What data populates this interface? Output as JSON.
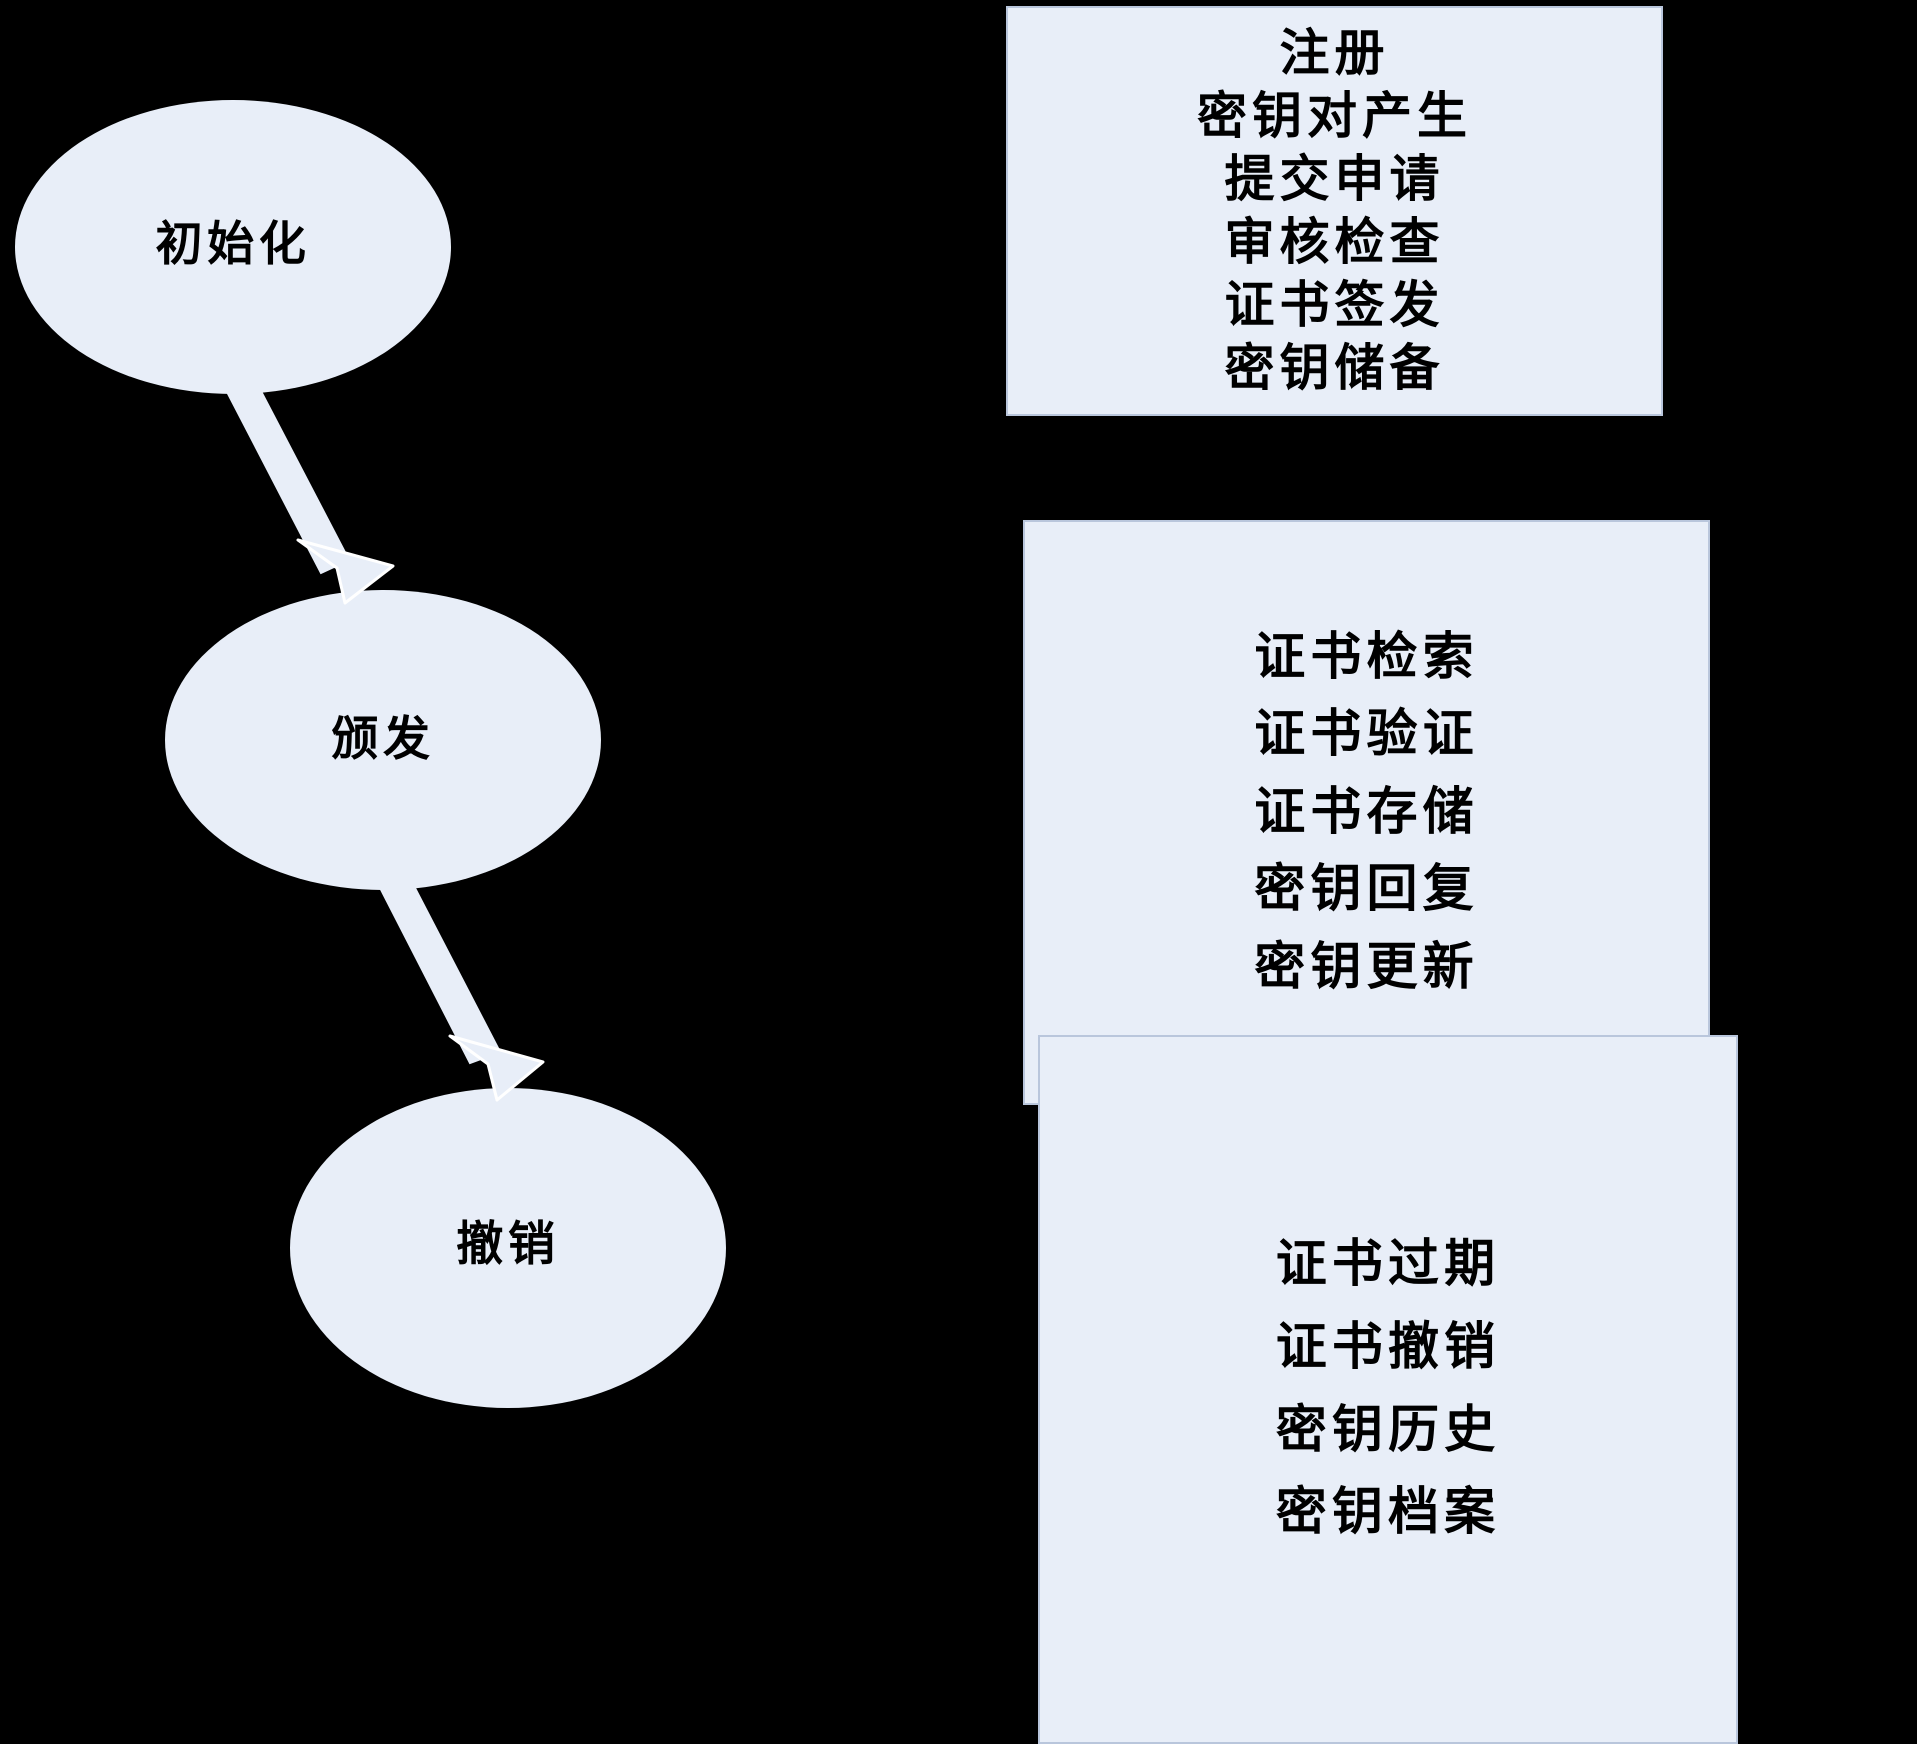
{
  "diagram": {
    "title": "PKI certificate lifecycle state diagram",
    "background_color": "#000000",
    "shape_fill_color": "#e8eef8",
    "shape_stroke_color": "#b9c6dc",
    "text_color": "#000000"
  },
  "states": [
    {
      "id": "initialization",
      "label": "初始化"
    },
    {
      "id": "issuance",
      "label": "颁发"
    },
    {
      "id": "revocation",
      "label": "撤销"
    }
  ],
  "transitions": [
    {
      "id": "init-to-issue",
      "from": "初始化",
      "to": "颁发",
      "label": ""
    },
    {
      "id": "issue-to-revoke",
      "from": "颁发",
      "to": "撤销",
      "label": ""
    }
  ],
  "panels": [
    {
      "id": "initialization-phase",
      "lines": [
        "注册",
        "密钥对产生",
        "提交申请",
        "审核检查",
        "证书签发",
        "密钥储备"
      ]
    },
    {
      "id": "issuance-phase",
      "lines": [
        "证书检索",
        "证书验证",
        "证书存储",
        "密钥回复",
        "密钥更新"
      ]
    },
    {
      "id": "revocation-phase",
      "lines": [
        "证书过期",
        "证书撤销",
        "密钥历史",
        "密钥档案"
      ]
    }
  ]
}
